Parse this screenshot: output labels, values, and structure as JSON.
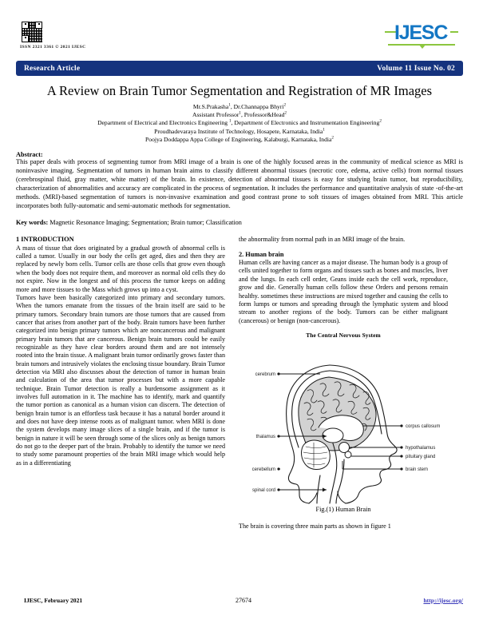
{
  "masthead": {
    "issn": "ISSN 2321 3361 © 2021 IJESC",
    "logo_text": "IJESC",
    "qr_label": "qr-code"
  },
  "ribbon": {
    "article_type": "Research Article",
    "volume": "Volume 11 Issue No. 02",
    "color": "#15337e"
  },
  "title": "A Review on Brain Tumor Segmentation and Registration of MR Images",
  "authors": {
    "names": "Mr.S.Prakasha1, Dr.Channappa Bhyri2",
    "names_parts": [
      "Mr.S.Prakasha",
      "1",
      ", Dr.Channappa Bhyri",
      "2"
    ],
    "designations": "Assistant Professor1, Professor&Head2",
    "departments": "Department of Electrical and Electronics Engineering 1, Department of Electronics and Instrumentation Engineering2",
    "institute1": "Proudhadevaraya Institute of Technology, Hosapete, Karnataka, India1",
    "institute2": "Poojya Doddappa Appa College of Engineering, Kalaburgi, Karnataka, India2"
  },
  "abstract": {
    "heading": "Abstract:",
    "text": "This paper deals with process of segmenting tumor from MRI image of a brain is one of the highly focused areas in the community of medical science as MRI is noninvasive imaging. Segmentation of tumors in human brain aims to classify different abnormal tissues (necrotic core, edema, active cells) from normal tissues (cerebrospinal fluid, gray matter, white matter) of the brain. In existence, detection of abnormal tissues is easy for studying brain tumor, but reproducibility, characterization of abnormalities and accuracy are complicated in the process of segmentation. It includes the performance and quantitative analysis of state -of-the-art methods. (MRI)-based segmentation of tumors is non-invasive examination and good contrast prone to soft tissues of images obtained from MRI. This article incorporates both fully-automatic and semi-automatic methods for segmentation."
  },
  "keywords": {
    "label": "Key words:",
    "value": "Magnetic Resonance Imaging; Segmentation; Brain tumor; Classification"
  },
  "left_column": {
    "section_heading": "1 INTRODUCTION",
    "paragraph1": "A mass of tissue that does originated by a gradual growth of abnormal cells is called a tumor. Usually in our body the cells get aged, dies and then they are replaced by newly born cells. Tumor cells are those cells that grow even though when the body does not require them, and moreover as normal old cells they do not expire. Now in the longest and of this process the tumor keeps on adding more and more tissues to the Mass which grows up into a cyst.",
    "paragraph2": "Tumors have been basically categorized into primary and secondary tumors. When the tumors emanate from the tissues of the brain itself are said to be primary tumors. Secondary brain tumors are those tumors that are caused from cancer that arises from another part of the body. Brain tumors have been further categorized into benign primary tumors which are noncancerous and malignant primary brain tumors that are cancerous. Benign brain tumors could be easily recognizable as they have clear borders around them and are not intensely rooted into the brain tissue. A malignant brain tumor ordinarily grows faster than brain tumors and intrusively violates the enclosing tissue boundary. Brain Tumor detection via MRI also discusses about the detection of tumor in human brain and calculation of the area that tumor processes but with a more capable technique. Brain Tumor detection is really a burdensome assignment as it involves full automation in it. The machine has to identify, mark and quantify the tumor portion as canonical as a human vision can discern. The detection of benign brain tumor is an effortless task because it has a natural border around it and does not have deep intense roots as of malignant tumor. when MRI is done the system develops many image slices of a single brain, and if the tumor is benign in nature it will be seen through some of the slices only as benign tumors do not go to the deeper part of the brain. Probably to identify the tumor we need to study some paramount properties of the brain MRI image which would help as in a differentiating"
  },
  "right_column": {
    "continuation": "the abnormality from normal path in an MRI image of the brain.",
    "section_heading": "2. Human brain",
    "paragraph1": "Human cells are having cancer as a major disease. The human body is a group of cells united together to form organs and tissues such as bones and muscles, liver and the lungs. In each cell order, Geans inside each the cell work, reproduce, grow and die. Generally human cells follow these Orders and persons remain healthy. sometimes these instructions are mixed together and causing the cells to form lumps or tumors and spreading through the lymphatic system and blood stream to another regions of the body. Tumors can be either malignant (cancerous) or benign (non-cancerous).",
    "figure": {
      "title": "The Central Nervous System",
      "caption": "Fig.(1) Human Brain",
      "labels_left": [
        "cerebrum",
        "thalamus",
        "cerebellum",
        "spinal cord"
      ],
      "labels_right": [
        "corpus callosum",
        "hypothalamus",
        "pituitary gland",
        "brain stem"
      ]
    },
    "after_figure": "The brain is covering three main parts as shown in figure 1"
  },
  "footer": {
    "left": "IJESC, February 2021",
    "page": "27674",
    "url": "http://ijesc.org/"
  }
}
